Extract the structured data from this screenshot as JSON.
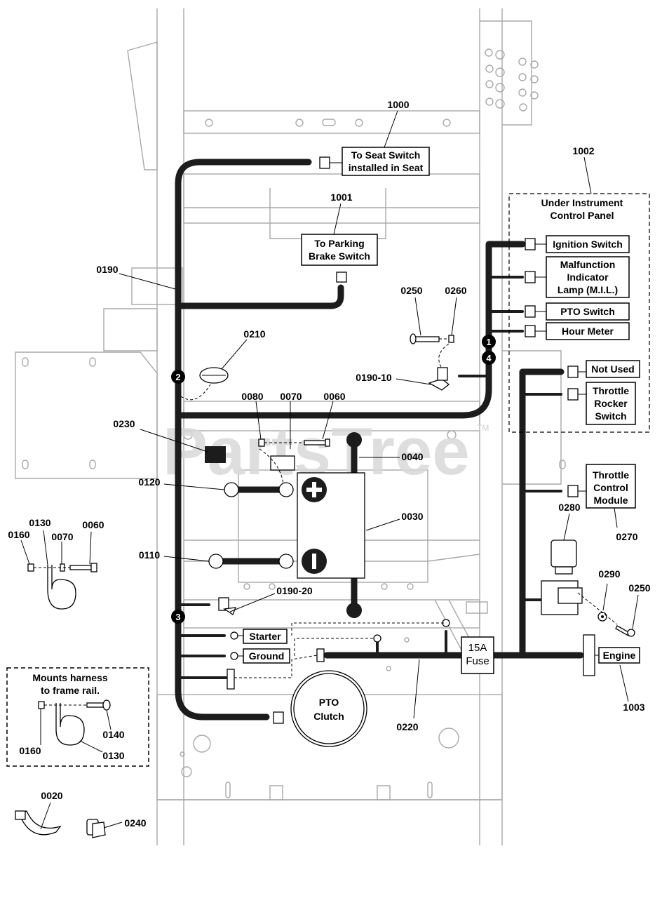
{
  "watermark": "PartsTree",
  "trademark": "TM",
  "callouts": {
    "c1000": "1000",
    "c1001": "1001",
    "c1002": "1002",
    "c1003": "1003",
    "c0190": "0190",
    "c0210": "0210",
    "c0250a": "0250",
    "c0260": "0260",
    "c0190_10": "0190-10",
    "c0080": "0080",
    "c0070a": "0070",
    "c0060a": "0060",
    "c0230": "0230",
    "c0040": "0040",
    "c0120": "0120",
    "c0030": "0030",
    "c0110": "0110",
    "c0190_20": "0190-20",
    "c0130a": "0130",
    "c0060b": "0060",
    "c0160a": "0160",
    "c0070b": "0070",
    "c0270": "0270",
    "c0280": "0280",
    "c0290": "0290",
    "c0250b": "0250",
    "c0220": "0220",
    "c0140": "0140",
    "c0160b": "0160",
    "c0130b": "0130",
    "c0020": "0020",
    "c0240": "0240"
  },
  "markers": {
    "m1": "1",
    "m2": "2",
    "m3": "3",
    "m4": "4"
  },
  "labels": {
    "seat_switch_1": "To Seat Switch",
    "seat_switch_2": "installed in Seat",
    "parking_brake_1": "To Parking",
    "parking_brake_2": "Brake Switch",
    "panel_title_1": "Under Instrument",
    "panel_title_2": "Control Panel",
    "ignition": "Ignition Switch",
    "mil_1": "Malfunction",
    "mil_2": "Indicator",
    "mil_3": "Lamp (M.I.L.)",
    "pto_switch": "PTO Switch",
    "hour_meter": "Hour Meter",
    "not_used": "Not Used",
    "throttle_rocker_1": "Throttle",
    "throttle_rocker_2": "Rocker",
    "throttle_rocker_3": "Switch",
    "throttle_ctrl_1": "Throttle",
    "throttle_ctrl_2": "Control",
    "throttle_ctrl_3": "Module",
    "starter": "Starter",
    "ground": "Ground",
    "fuse_1": "15A",
    "fuse_2": "Fuse",
    "engine": "Engine",
    "pto_clutch_1": "PTO",
    "pto_clutch_2": "Clutch",
    "mounts_1": "Mounts harness",
    "mounts_2": "to frame rail."
  }
}
